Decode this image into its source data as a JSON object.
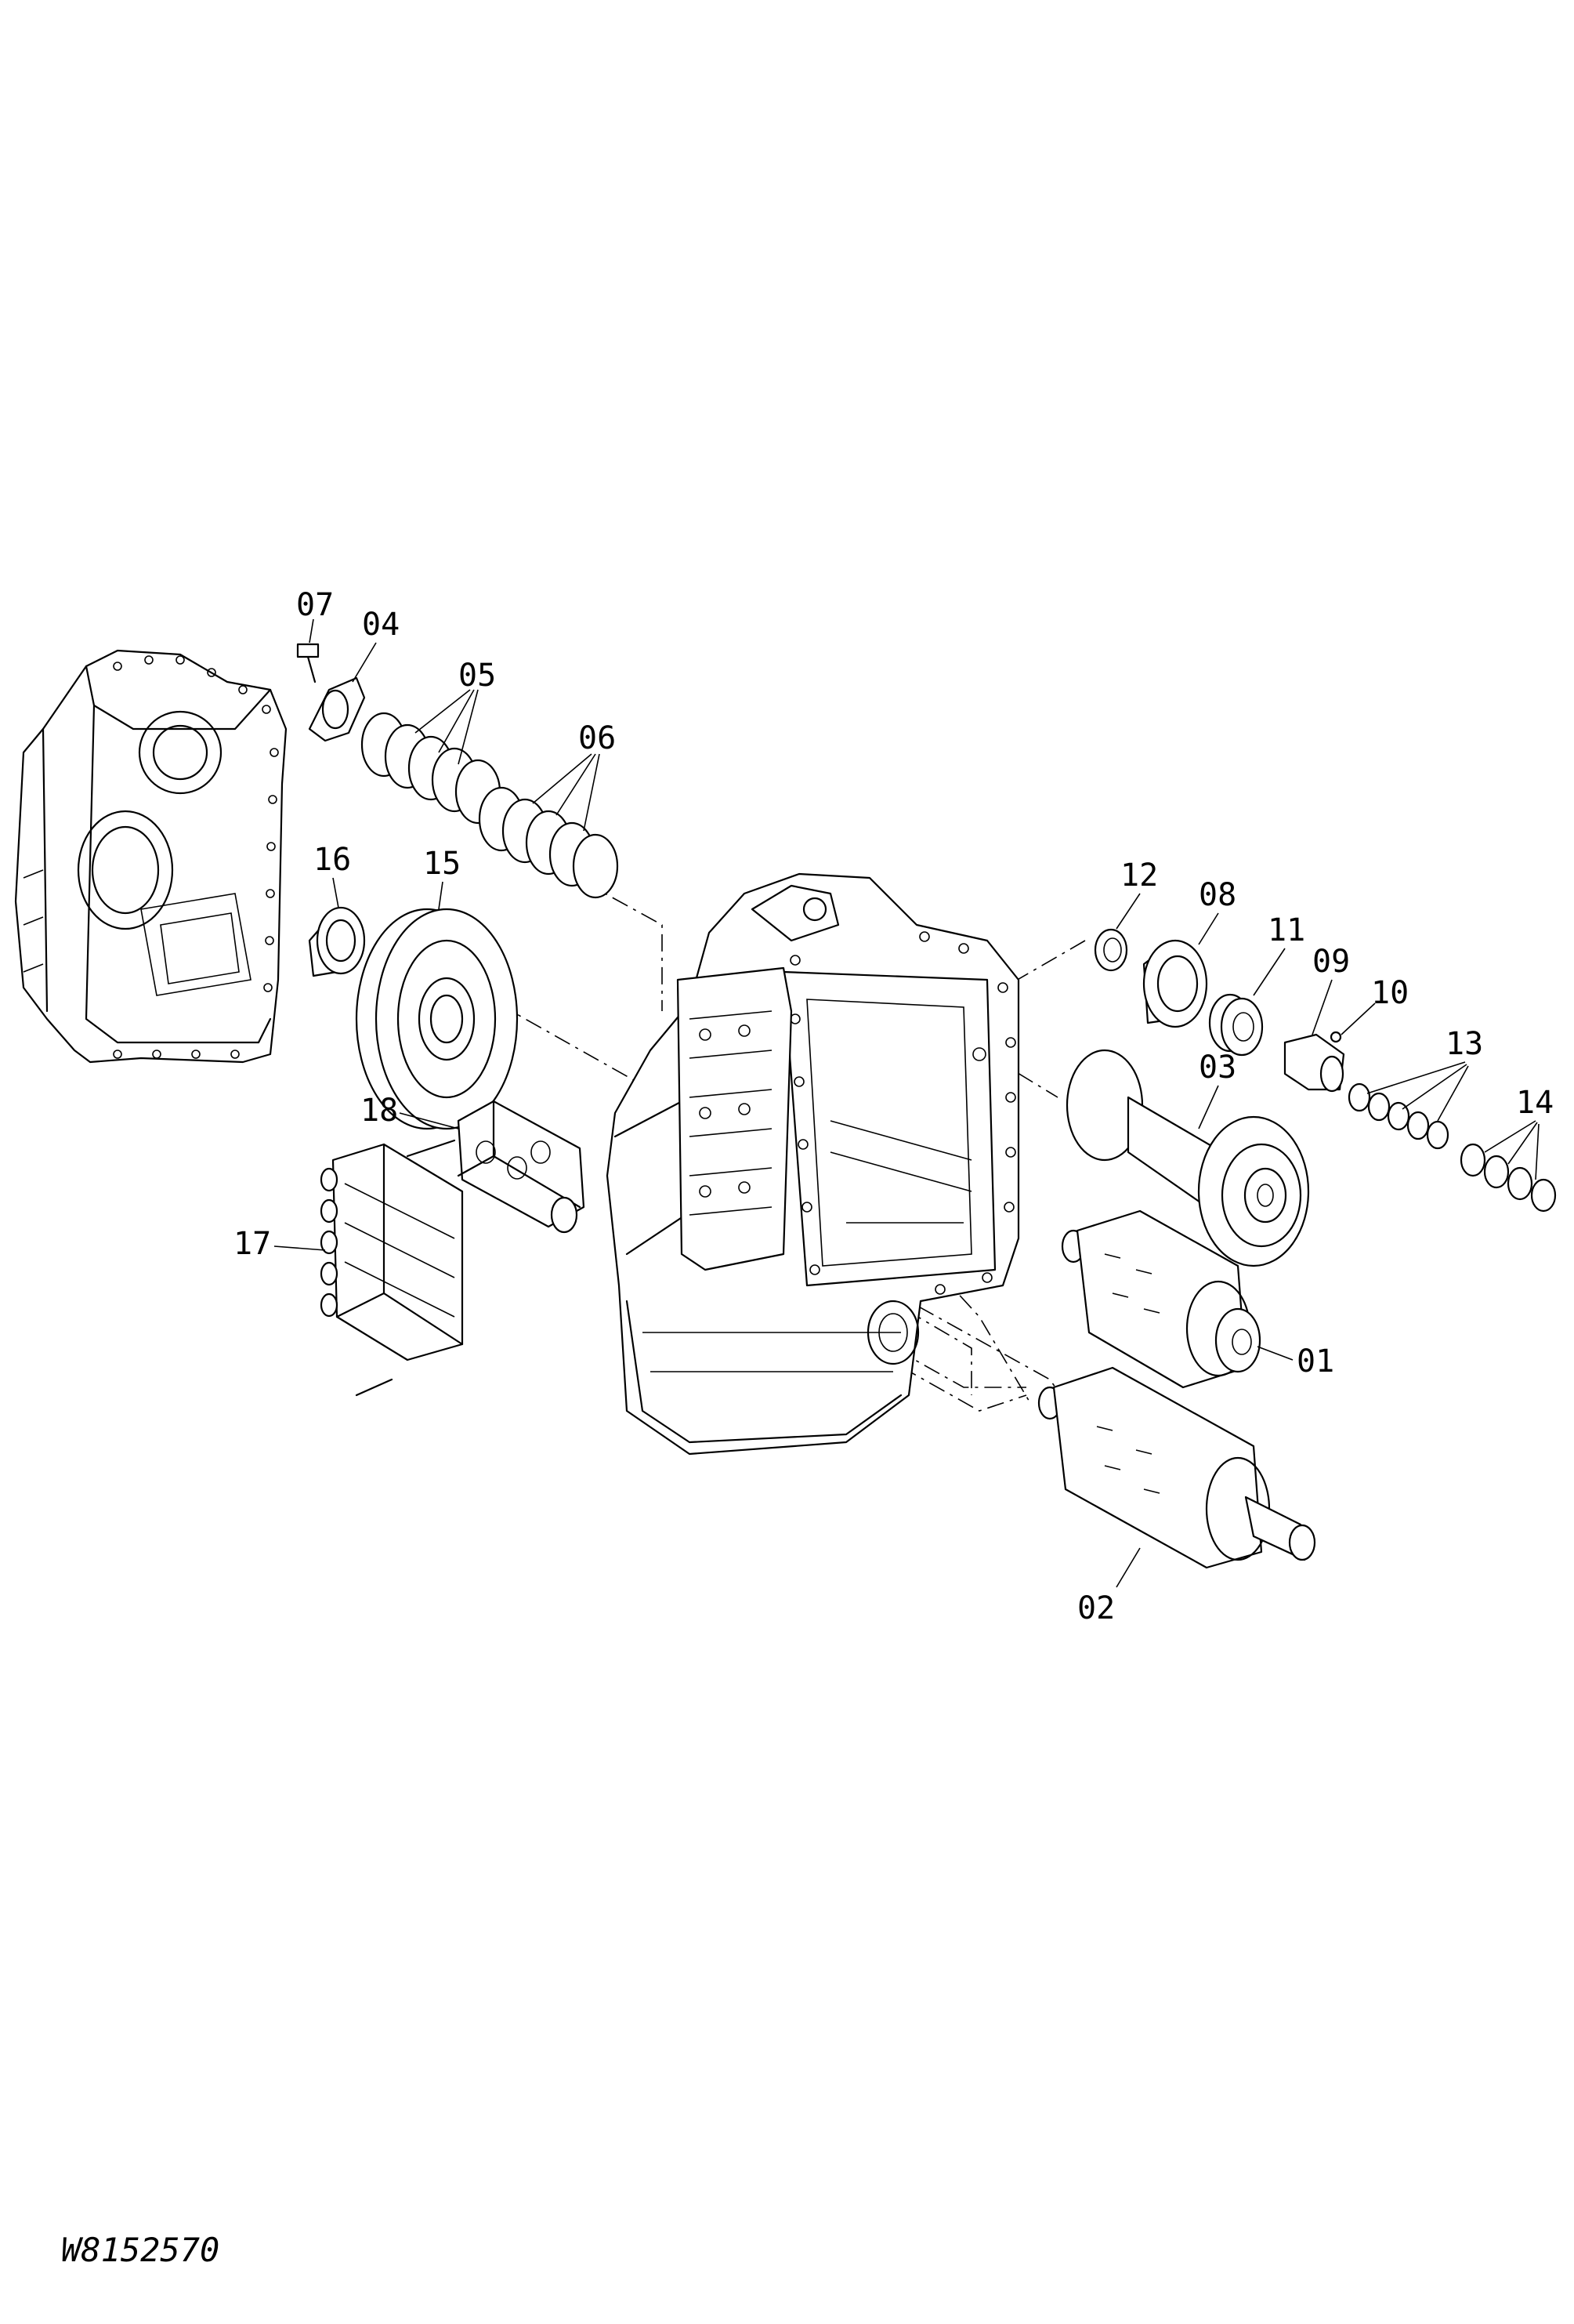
{
  "figure_code": "W8152570",
  "callouts": [
    {
      "id": "c07",
      "text": "07"
    },
    {
      "id": "c04",
      "text": "04"
    },
    {
      "id": "c05",
      "text": "05"
    },
    {
      "id": "c06",
      "text": "06"
    },
    {
      "id": "c16",
      "text": "16"
    },
    {
      "id": "c15",
      "text": "15"
    },
    {
      "id": "c12",
      "text": "12"
    },
    {
      "id": "c08",
      "text": "08"
    },
    {
      "id": "c11",
      "text": "11"
    },
    {
      "id": "c09",
      "text": "09"
    },
    {
      "id": "c10",
      "text": "10"
    },
    {
      "id": "c13",
      "text": "13"
    },
    {
      "id": "c03",
      "text": "03"
    },
    {
      "id": "c14",
      "text": "14"
    },
    {
      "id": "c18",
      "text": "18"
    },
    {
      "id": "c17",
      "text": "17"
    },
    {
      "id": "c01",
      "text": "01"
    },
    {
      "id": "c02",
      "text": "02"
    }
  ]
}
